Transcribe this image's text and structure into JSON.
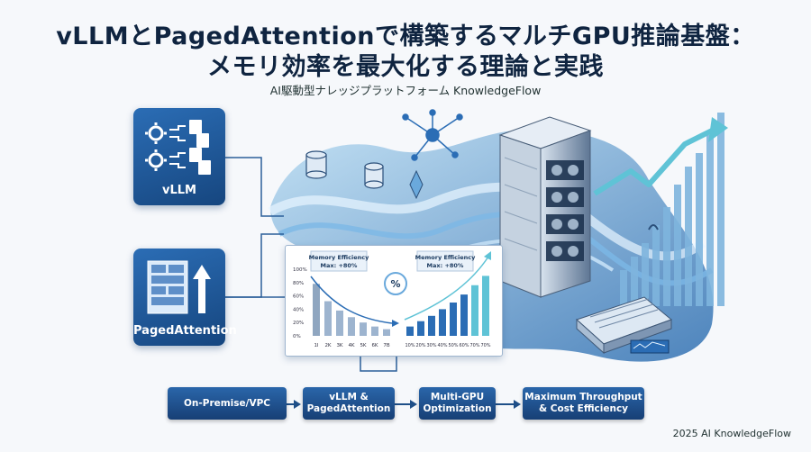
{
  "header": {
    "title_line1": "vLLMとPagedAttentionで構築するマルチGPU推論基盤：",
    "title_line2": "メモリ効率を最大化する理論と実践",
    "subtitle": "AI駆動型ナレッジプラットフォーム KnowledgeFlow"
  },
  "cards": {
    "vllm_label": "vLLM",
    "paged_label": "PagedAttention"
  },
  "panel": {
    "left_callout_title": "Memory Efficiency",
    "left_callout_value": "Max: +80%",
    "right_callout_title": "Memory Efficiency",
    "right_callout_value": "Max: +80%",
    "center_symbol": "%",
    "y_ticks": [
      "100%",
      "80%",
      "60%",
      "40%",
      "20%",
      "0%"
    ],
    "left_x_ticks": [
      "1I",
      "2K",
      "3K",
      "4K",
      "5K",
      "6K",
      "7B"
    ],
    "right_x_ticks": [
      "10%",
      "20%",
      "30%",
      "40%",
      "50%",
      "60%",
      "70%",
      "70%"
    ]
  },
  "flow": [
    {
      "label": "On-Premise/VPC"
    },
    {
      "label": "vLLM &\nPagedAttention"
    },
    {
      "label": "Multi-GPU\nOptimization"
    },
    {
      "label": "Maximum Throughput\n& Cost Efficiency"
    }
  ],
  "footer": "2025 AI KnowledgeFlow",
  "colors": {
    "navy": "#16467f",
    "blue": "#2b6db5",
    "light_blue": "#8cc8ee",
    "accent_teal": "#5fc3d6"
  }
}
